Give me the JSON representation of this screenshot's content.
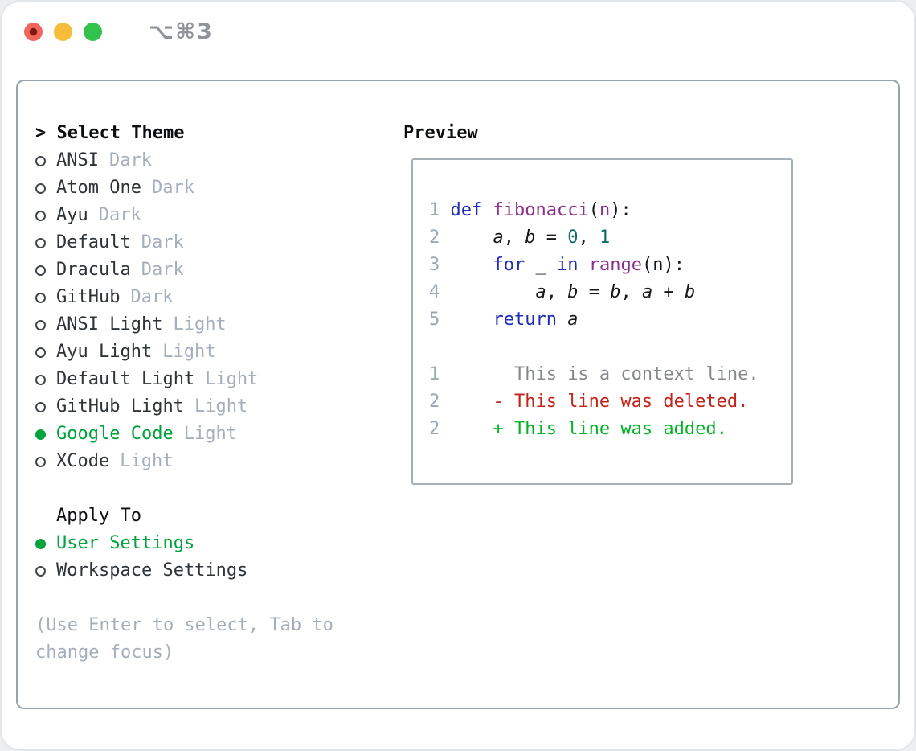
{
  "window": {
    "title": "⌥⌘3",
    "controls": {
      "close": "close",
      "minimize": "minimize",
      "zoom": "zoom"
    }
  },
  "theme_panel": {
    "prompt": ">",
    "header": "Select Theme",
    "themes": [
      {
        "name": "ANSI",
        "variant": "Dark",
        "selected": false
      },
      {
        "name": "Atom One",
        "variant": "Dark",
        "selected": false
      },
      {
        "name": "Ayu",
        "variant": "Dark",
        "selected": false
      },
      {
        "name": "Default",
        "variant": "Dark",
        "selected": false
      },
      {
        "name": "Dracula",
        "variant": "Dark",
        "selected": false
      },
      {
        "name": "GitHub",
        "variant": "Dark",
        "selected": false
      },
      {
        "name": "ANSI Light",
        "variant": "Light",
        "selected": false
      },
      {
        "name": "Ayu Light",
        "variant": "Light",
        "selected": false
      },
      {
        "name": "Default Light",
        "variant": "Light",
        "selected": false
      },
      {
        "name": "GitHub Light",
        "variant": "Light",
        "selected": false
      },
      {
        "name": "Google Code",
        "variant": "Light",
        "selected": true
      },
      {
        "name": "XCode",
        "variant": "Light",
        "selected": false
      }
    ],
    "apply_header": "Apply To",
    "apply_options": [
      {
        "name": "User Settings",
        "selected": true
      },
      {
        "name": "Workspace Settings",
        "selected": false
      }
    ],
    "help_text": "(Use Enter to select, Tab to change focus)"
  },
  "preview": {
    "header": "Preview",
    "code_lines": [
      {
        "num": "1",
        "indent": 0,
        "tokens": [
          [
            "def",
            "kw"
          ],
          [
            " ",
            ""
          ],
          [
            "fibonacci",
            "fn"
          ],
          [
            "(",
            ""
          ],
          [
            "n",
            "fn"
          ],
          [
            "):",
            ""
          ]
        ]
      },
      {
        "num": "2",
        "indent": 4,
        "tokens": [
          [
            "a",
            "var"
          ],
          [
            ", ",
            ""
          ],
          [
            "b",
            "var"
          ],
          [
            " = ",
            ""
          ],
          [
            "0",
            "num"
          ],
          [
            ", ",
            ""
          ],
          [
            "1",
            "num"
          ]
        ]
      },
      {
        "num": "3",
        "indent": 4,
        "tokens": [
          [
            "for",
            "kw"
          ],
          [
            " _ ",
            ""
          ],
          [
            "in",
            "kw"
          ],
          [
            " ",
            ""
          ],
          [
            "range",
            "fn"
          ],
          [
            "(n):",
            ""
          ]
        ]
      },
      {
        "num": "4",
        "indent": 8,
        "tokens": [
          [
            "a",
            "var"
          ],
          [
            ", ",
            ""
          ],
          [
            "b",
            "var"
          ],
          [
            " = ",
            ""
          ],
          [
            "b",
            "var"
          ],
          [
            ", ",
            ""
          ],
          [
            "a",
            "var"
          ],
          [
            " + ",
            ""
          ],
          [
            "b",
            "var"
          ]
        ]
      },
      {
        "num": "5",
        "indent": 4,
        "tokens": [
          [
            "return",
            "kw"
          ],
          [
            " ",
            ""
          ],
          [
            "a",
            "var"
          ]
        ]
      }
    ],
    "diff_lines": [
      {
        "num": "1",
        "sign": "",
        "text": "This is a context line.",
        "kind": "context"
      },
      {
        "num": "2",
        "sign": "-",
        "text": "This line was deleted.",
        "kind": "deleted"
      },
      {
        "num": "2",
        "sign": "+",
        "text": "This line was added.",
        "kind": "added"
      }
    ],
    "colors": {
      "keyword": "#1f2db4",
      "function": "#8d2f8d",
      "number": "#0b6c6c",
      "line_number": "#9aa7b5",
      "context": "#85898e",
      "deleted": "#c2251a",
      "added": "#00b322",
      "accent_green": "#00a33c"
    }
  }
}
